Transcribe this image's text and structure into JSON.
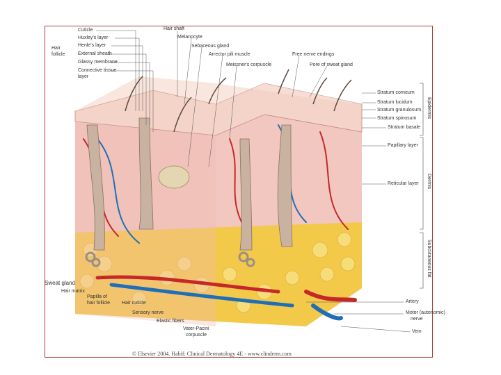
{
  "labels": {
    "cuticle": "Cuticle",
    "huxley": "Huxley's layer",
    "henle": "Henle's layer",
    "external_sheath": "External sheath",
    "glassy_membrane": "Glassy membrane",
    "connective_tissue": "Connective tissue",
    "connective_tissue_2": "layer",
    "hair_follicle_1": "Hair",
    "hair_follicle_2": "follicle",
    "hair_shaft": "Hair shaft",
    "melanocyte": "Melanocyte",
    "sebaceous_gland": "Sebaceous gland",
    "arrector_pili": "Arrector pili muscle",
    "meissner": "Meissner's corpuscle",
    "free_nerve": "Free nerve endings",
    "pore": "Pore of sweat gland",
    "stratum_corneum": "Stratum corneum",
    "stratum_lucidum": "Stratum lucidum",
    "stratum_granulosum": "Stratum granulosum",
    "stratum_spinosum": "Stratum spinosum",
    "stratum_basale": "Stratum basale",
    "papillary_layer": "Papillary layer",
    "reticular_layer": "Reticular layer",
    "epidermis": "Epidermis",
    "dermis": "Dermis",
    "subcutaneous_fat": "Subcutaneous fat",
    "sweat_gland": "Sweat gland",
    "hair_matrix": "Hair matrix",
    "papilla_1": "Papilla of",
    "papilla_2": "hair follicle",
    "hair_cuticle": "Hair cuticle",
    "sensory_nerve": "Sensory nerve",
    "elastic_fibers": "Elastic fibers",
    "vater_pacini_1": "Vater-Pacini",
    "vater_pacini_2": "corpuscle",
    "artery": "Artery",
    "motor_nerve_1": "Motor (autonomic)",
    "motor_nerve_2": "nerve",
    "vein": "Vein"
  },
  "credit": "© Elsevier 2004. Habif: Clinical Dermatology 4E - www.clinderm.com"
}
